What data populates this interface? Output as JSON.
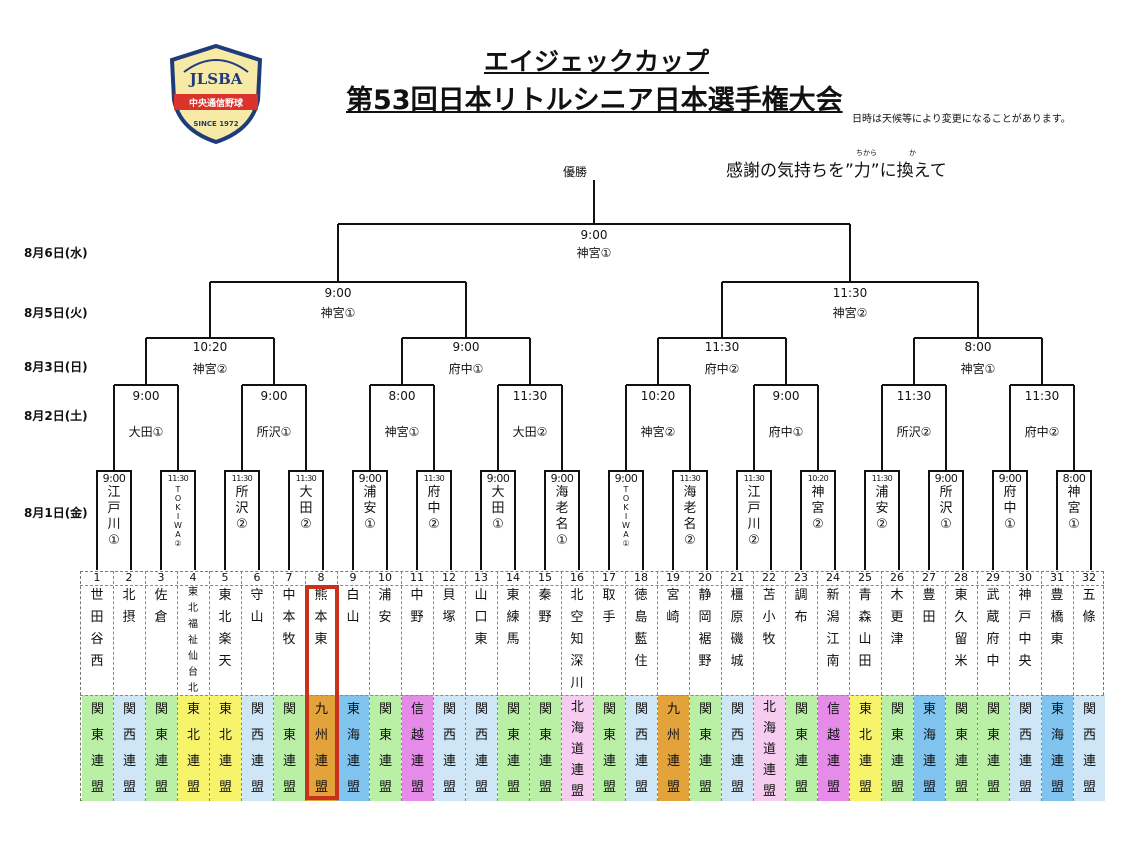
{
  "header": {
    "title_line1": "エイジェックカップ",
    "title_line2": "第53回日本リトルシニア日本選手権大会",
    "note": "日時は天候等により変更になることがあります。",
    "slogan": "感謝の気持ちを”力”に換えて",
    "slogan_ruby_1": "ちから",
    "slogan_ruby_2": "か"
  },
  "logo": {
    "letters": "JLSBA",
    "band": "中央通信野球",
    "bottom": "SINCE 1972"
  },
  "champion_label": "優勝",
  "dates": [
    "8月6日(水)",
    "8月5日(火)",
    "8月3日(日)",
    "8月2日(土)",
    "8月1日(金)"
  ],
  "final": {
    "time": "9:00",
    "venue": "神宮①"
  },
  "semis": [
    {
      "time": "9:00",
      "venue": "神宮①"
    },
    {
      "time": "11:30",
      "venue": "神宮②"
    }
  ],
  "quarters": [
    {
      "time": "10:20",
      "venue": "神宮②"
    },
    {
      "time": "9:00",
      "venue": "府中①"
    },
    {
      "time": "11:30",
      "venue": "府中②"
    },
    {
      "time": "8:00",
      "venue": "神宮①"
    }
  ],
  "round16": [
    {
      "time": "9:00",
      "venue": "大田①"
    },
    {
      "time": "9:00",
      "venue": "所沢①"
    },
    {
      "time": "8:00",
      "venue": "神宮①"
    },
    {
      "time": "11:30",
      "venue": "大田②"
    },
    {
      "time": "10:20",
      "venue": "神宮②"
    },
    {
      "time": "9:00",
      "venue": "府中①"
    },
    {
      "time": "11:30",
      "venue": "所沢②"
    },
    {
      "time": "11:30",
      "venue": "府中②"
    }
  ],
  "round1": [
    {
      "time": "9:00",
      "venue": "江戸川①"
    },
    {
      "time": "11:30",
      "venue": "TOKIWA②"
    },
    {
      "time": "11:30",
      "venue": "所沢②"
    },
    {
      "time": "11:30",
      "venue": "大田②"
    },
    {
      "time": "9:00",
      "venue": "浦安①"
    },
    {
      "time": "11:30",
      "venue": "府中②"
    },
    {
      "time": "9:00",
      "venue": "大田①"
    },
    {
      "time": "9:00",
      "venue": "海老名①"
    },
    {
      "time": "9:00",
      "venue": "TOKIWA①"
    },
    {
      "time": "11:30",
      "venue": "海老名②"
    },
    {
      "time": "11:30",
      "venue": "江戸川②"
    },
    {
      "time": "10:20",
      "venue": "神宮②"
    },
    {
      "time": "11:30",
      "venue": "浦安②"
    },
    {
      "time": "9:00",
      "venue": "所沢①"
    },
    {
      "time": "9:00",
      "venue": "府中①"
    },
    {
      "time": "8:00",
      "venue": "神宮①"
    }
  ],
  "teams": [
    {
      "no": "1",
      "name": "世田谷西",
      "league": "関東連盟",
      "color": "#b9f0a6"
    },
    {
      "no": "2",
      "name": "北摂",
      "league": "関西連盟",
      "color": "#cfe6f7"
    },
    {
      "no": "3",
      "name": "佐倉",
      "league": "関東連盟",
      "color": "#b9f0a6"
    },
    {
      "no": "4",
      "name": "東北福祉仙台北",
      "league": "東北連盟",
      "color": "#f7f36a"
    },
    {
      "no": "5",
      "name": "東北楽天",
      "league": "東北連盟",
      "color": "#f7f36a"
    },
    {
      "no": "6",
      "name": "守山",
      "league": "関西連盟",
      "color": "#cfe6f7"
    },
    {
      "no": "7",
      "name": "中本牧",
      "league": "関東連盟",
      "color": "#b9f0a6"
    },
    {
      "no": "8",
      "name": "熊本東",
      "league": "九州連盟",
      "color": "#e3a33a"
    },
    {
      "no": "9",
      "name": "白山",
      "league": "東海連盟",
      "color": "#7fc3ee"
    },
    {
      "no": "10",
      "name": "浦安",
      "league": "関東連盟",
      "color": "#b9f0a6"
    },
    {
      "no": "11",
      "name": "中野",
      "league": "信越連盟",
      "color": "#e58ce8"
    },
    {
      "no": "12",
      "name": "貝塚",
      "league": "関西連盟",
      "color": "#cfe6f7"
    },
    {
      "no": "13",
      "name": "山口東",
      "league": "関西連盟",
      "color": "#cfe6f7"
    },
    {
      "no": "14",
      "name": "東練馬",
      "league": "関東連盟",
      "color": "#b9f0a6"
    },
    {
      "no": "15",
      "name": "秦野",
      "league": "関東連盟",
      "color": "#b9f0a6"
    },
    {
      "no": "16",
      "name": "北空知深川",
      "league": "北海道連盟",
      "color": "#f6cdf0"
    },
    {
      "no": "17",
      "name": "取手",
      "league": "関東連盟",
      "color": "#b9f0a6"
    },
    {
      "no": "18",
      "name": "徳島藍住",
      "league": "関西連盟",
      "color": "#cfe6f7"
    },
    {
      "no": "19",
      "name": "宮崎",
      "league": "九州連盟",
      "color": "#e3a33a"
    },
    {
      "no": "20",
      "name": "静岡裾野",
      "league": "関東連盟",
      "color": "#b9f0a6"
    },
    {
      "no": "21",
      "name": "橿原磯城",
      "league": "関西連盟",
      "color": "#cfe6f7"
    },
    {
      "no": "22",
      "name": "苫小牧",
      "league": "北海道連盟",
      "color": "#f6cdf0"
    },
    {
      "no": "23",
      "name": "調布",
      "league": "関東連盟",
      "color": "#b9f0a6"
    },
    {
      "no": "24",
      "name": "新潟江南",
      "league": "信越連盟",
      "color": "#e58ce8"
    },
    {
      "no": "25",
      "name": "青森山田",
      "league": "東北連盟",
      "color": "#f7f36a"
    },
    {
      "no": "26",
      "name": "木更津",
      "league": "関東連盟",
      "color": "#b9f0a6"
    },
    {
      "no": "27",
      "name": "豊田",
      "league": "東海連盟",
      "color": "#7fc3ee"
    },
    {
      "no": "28",
      "name": "東久留米",
      "league": "関東連盟",
      "color": "#b9f0a6"
    },
    {
      "no": "29",
      "name": "武蔵府中",
      "league": "関東連盟",
      "color": "#b9f0a6"
    },
    {
      "no": "30",
      "name": "神戸中央",
      "league": "関西連盟",
      "color": "#cfe6f7"
    },
    {
      "no": "31",
      "name": "豊橋東",
      "league": "東海連盟",
      "color": "#7fc3ee"
    },
    {
      "no": "32",
      "name": "五條",
      "league": "関西連盟",
      "color": "#cfe6f7"
    }
  ]
}
